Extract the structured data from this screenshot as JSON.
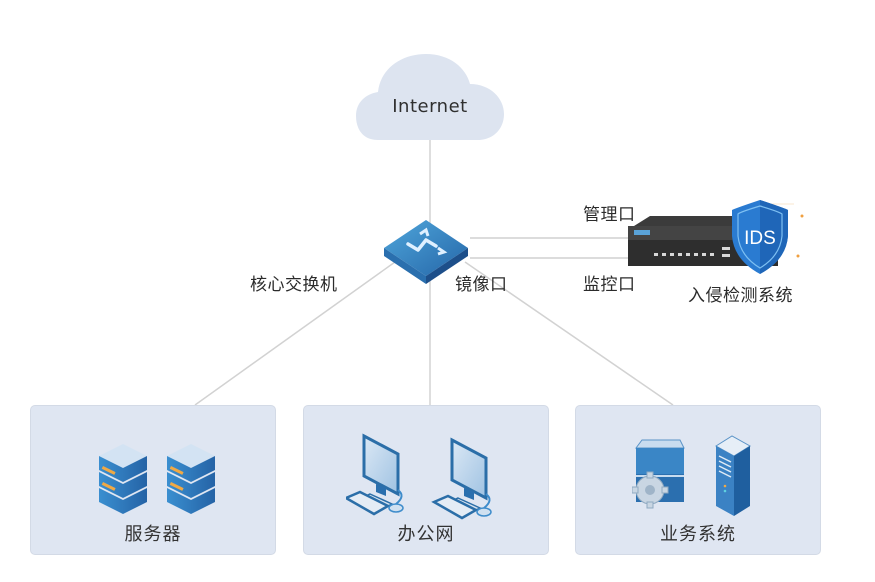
{
  "diagram": {
    "internet": {
      "label": "Internet",
      "icon": "cloud-icon"
    },
    "core_switch": {
      "label": "核心交换机",
      "icon": "switch-icon"
    },
    "mirror_port": {
      "label": "镜像口"
    },
    "management_port": {
      "label": "管理口"
    },
    "monitor_port": {
      "label": "监控口"
    },
    "ids": {
      "label": "入侵检测系统",
      "badge": "IDS",
      "icon": "ids-appliance-icon"
    },
    "groups": [
      {
        "id": "servers",
        "label": "服务器",
        "icon": "server-icon",
        "count": 2
      },
      {
        "id": "office",
        "label": "办公网",
        "icon": "desktop-computer-icon",
        "count": 2
      },
      {
        "id": "business",
        "label": "业务系统",
        "icon": "business-system-icon",
        "count": 2
      }
    ],
    "colors": {
      "box_bg": "#dfe6f2",
      "cloud": "#dde4f0",
      "switch": "#2f7fbf",
      "shield": "#2a7bd1",
      "line": "#d6d6d6"
    }
  }
}
